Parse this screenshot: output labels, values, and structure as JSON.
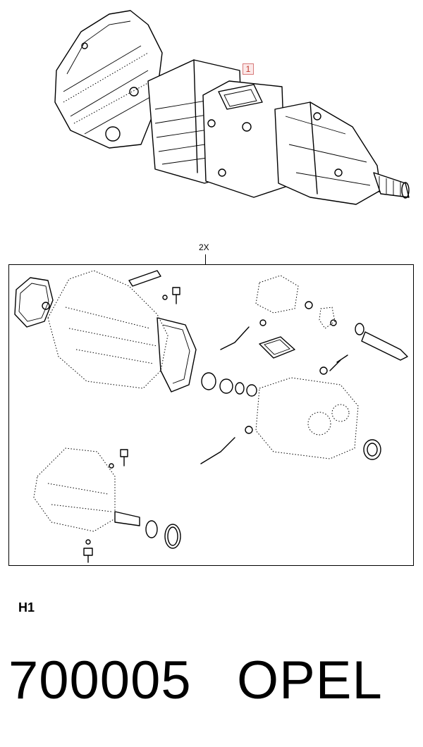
{
  "figure": {
    "callout": "1",
    "quantity_label": "2X",
    "group_code": "H1",
    "part_number": "700005",
    "brand": "OPEL"
  }
}
